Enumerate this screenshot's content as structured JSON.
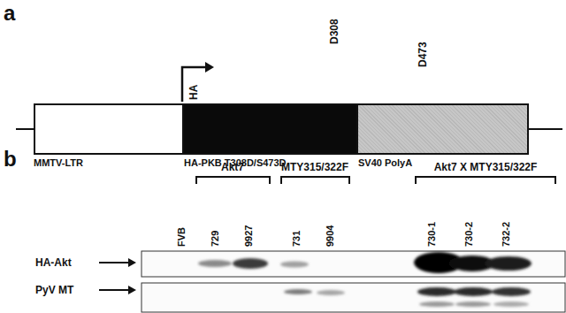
{
  "diagram": {
    "nodes": [
      {
        "text": [
          "MMTV-LTR"
        ]
      },
      {
        "text": [
          "HA-PKB T308D/S473D"
        ]
      },
      {
        "text": [
          "SV40 PolyA"
        ]
      }
    ],
    "labels": [
      "a",
      "HA",
      "D308",
      "D473",
      "b",
      "Akt7",
      "MTY315/322F",
      "Akt7 X MTY315/322F",
      "FVB",
      "729",
      "9927",
      "731",
      "9904",
      "730-1",
      "730-2",
      "732-2",
      "HA-Akt",
      "PyV MT"
    ]
  }
}
